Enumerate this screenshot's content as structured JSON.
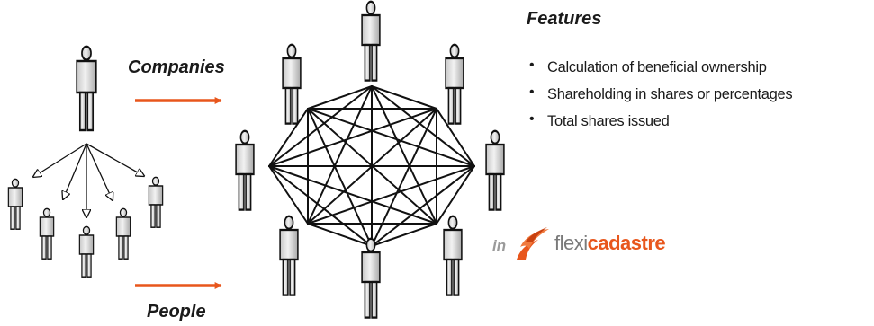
{
  "labels": {
    "companies": "Companies",
    "people": "People",
    "in": "in"
  },
  "features": {
    "title": "Features",
    "items": [
      "Calculation of beneficial ownership",
      "Shareholding in shares or percentages",
      "Total shares issued"
    ]
  },
  "brand": {
    "prefix": "flexi",
    "suffix": "cadastre"
  },
  "colors": {
    "arrow": "#e8561c",
    "brand_accent": "#e8561c",
    "brand_grey": "#7a7a7a",
    "figure_fill": "#d9d9d9",
    "line": "#111111"
  },
  "icons": {
    "person": "person-icon",
    "bullet": "•"
  }
}
